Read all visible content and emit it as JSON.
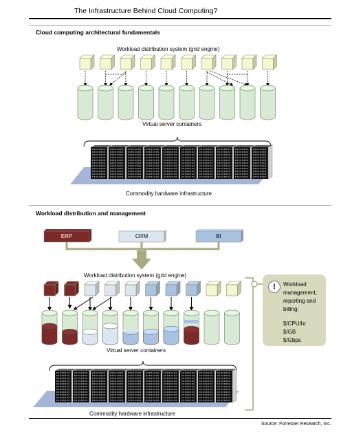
{
  "title": "The Infrastructure Behind Cloud Computing?",
  "section1": {
    "title": "Cloud computing architectural fundamentals",
    "grid_label": "Workload distribution system (grid engine)",
    "containers_label": "Virtual server containers",
    "hardware_label": "Commodity hardware infrastructure"
  },
  "section2": {
    "title": "Workload distribution and management",
    "apps": [
      {
        "label": "ERP",
        "color": "#7b2a2a"
      },
      {
        "label": "CRM",
        "color": "#dbe6f1"
      },
      {
        "label": "BI",
        "color": "#a9c2e0"
      }
    ],
    "grid_label": "Workload distribution system (grid engine)",
    "containers_label": "Virtual server containers",
    "hardware_label": "Commodity hardware infrastructure",
    "billing": {
      "icon": "exclamation-icon",
      "heading": [
        "Workload",
        "management,",
        "reporting and",
        "billing:"
      ],
      "metrics": [
        "$/CPU/hr",
        "$/GB",
        "$/Gbps"
      ]
    }
  },
  "source": "Source: Forrester Research, Inc.",
  "colors": {
    "block": "#f6f6d0",
    "container": "#d8ead3",
    "platform": "#a5b5d8",
    "arrow_green": "#a8aa80",
    "erp": "#7b2a2a",
    "crm": "#dbe6f1",
    "bi": "#a9c2e0"
  }
}
